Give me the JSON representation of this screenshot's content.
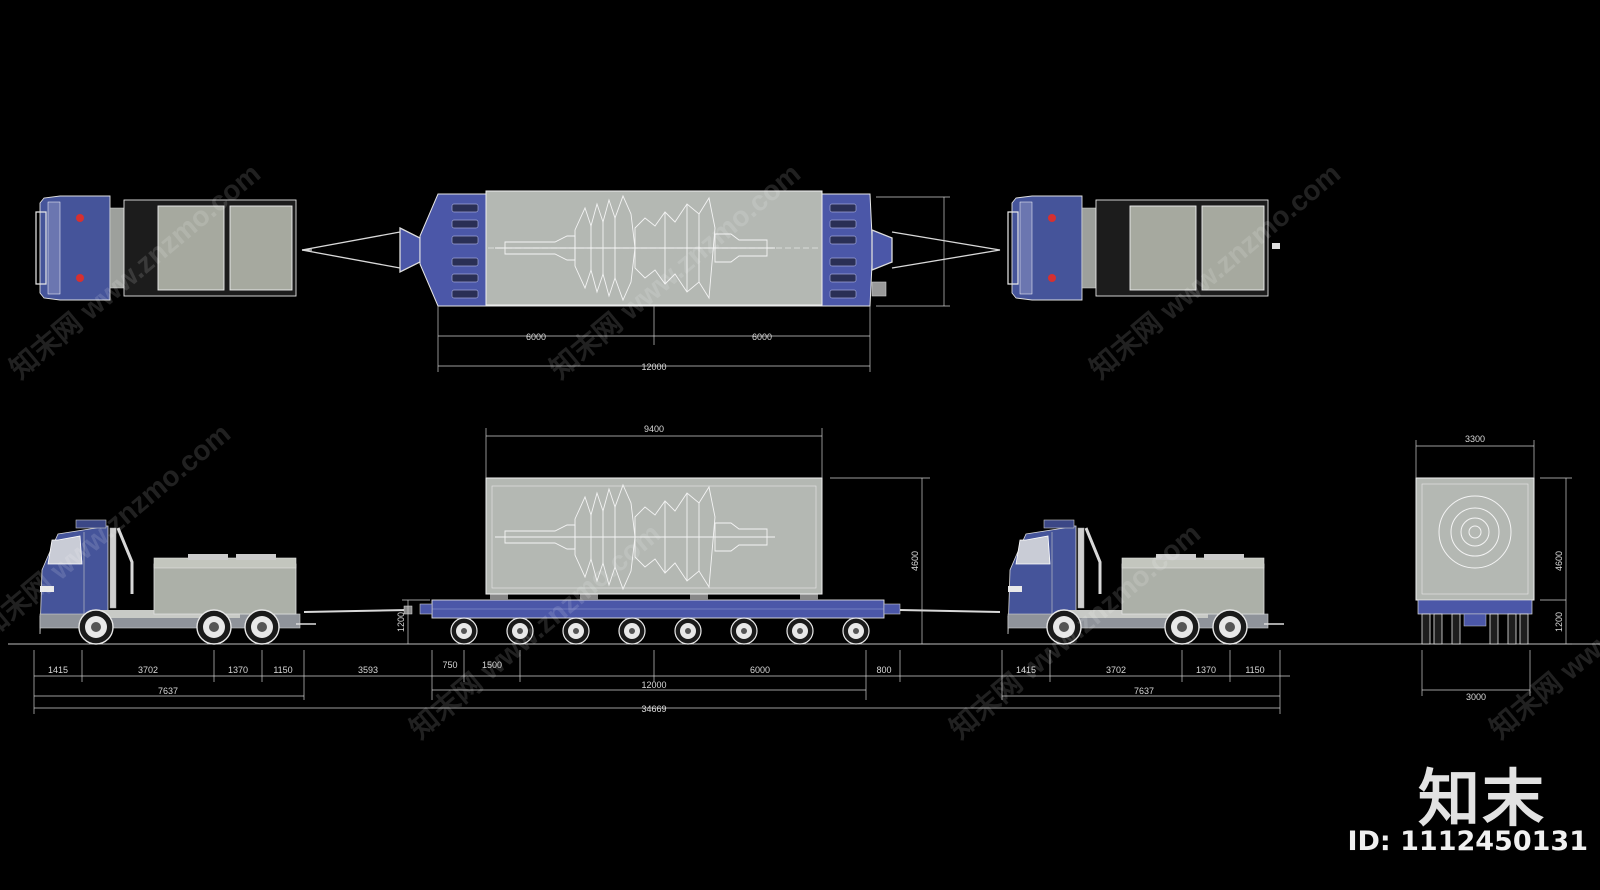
{
  "colors": {
    "background": "#000000",
    "truck_blue": "#45549a",
    "trailer_blue": "#4b57a8",
    "cargo_grey": "#aeb2ab",
    "ground_line": "#bbbbbb"
  },
  "watermark": {
    "text": "知末网 www.znzmo.com"
  },
  "brand": {
    "logo_text": "知末",
    "id_text": "ID: 1112450131"
  },
  "dimensions": {
    "plan_view": {
      "half_left": "6000",
      "half_right": "6000",
      "trailer_length": "12000"
    },
    "cargo": {
      "length": "9400",
      "height": "4600"
    },
    "side_view": {
      "deck_height": "1200",
      "truck_segments": [
        "1415",
        "3702",
        "1370",
        "1150"
      ],
      "drawbar": "3593",
      "trailer_offsets": [
        "750",
        "1500"
      ],
      "trailer_half": "6000",
      "trailer_overhang": "800",
      "trailer_length": "12000",
      "truck_length": "7637",
      "rear_truck_segments": [
        "1415",
        "3702",
        "1370",
        "1150"
      ],
      "rear_truck_length": "7637",
      "overall_length": "34669"
    },
    "end_view": {
      "cargo_width": "3300",
      "height": "4600",
      "deck_height": "1200",
      "trailer_width": "3000"
    }
  }
}
